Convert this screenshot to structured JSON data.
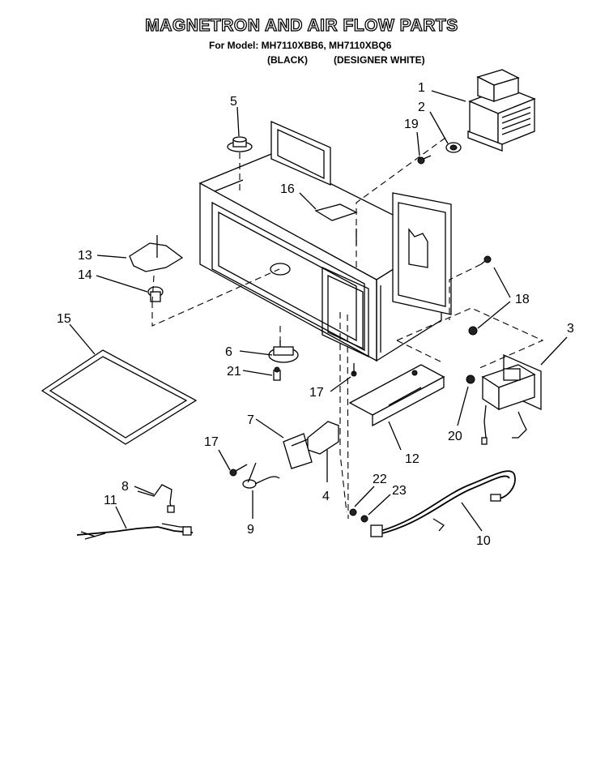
{
  "header": {
    "title": "MAGNETRON AND AIR FLOW PARTS",
    "model_line": "For Model: MH7110XBB6, MH7110XBQ6",
    "variant_black": "(BLACK)",
    "variant_white": "(DESIGNER WHITE)"
  },
  "callouts": {
    "c1": "1",
    "c2": "2",
    "c3": "3",
    "c4": "4",
    "c5": "5",
    "c6": "6",
    "c7": "7",
    "c8": "8",
    "c9": "9",
    "c10": "10",
    "c11": "11",
    "c12": "12",
    "c13": "13",
    "c14": "14",
    "c15": "15",
    "c16": "16",
    "c17a": "17",
    "c17b": "17",
    "c18": "18",
    "c19": "19",
    "c20": "20",
    "c21": "21",
    "c22": "22",
    "c23": "23"
  }
}
